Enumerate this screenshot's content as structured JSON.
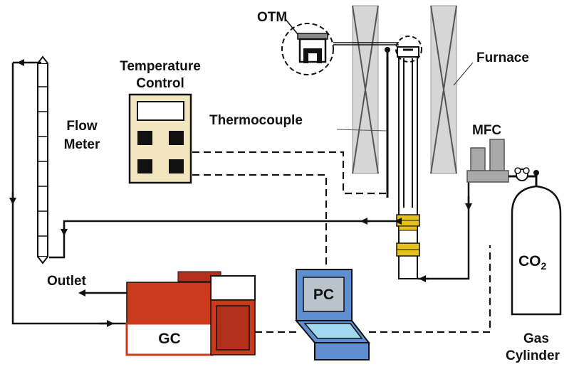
{
  "labels": {
    "otm": "OTM",
    "furnace": "Furnace",
    "temperature_control": [
      "Temperature",
      "Control"
    ],
    "thermocouple": "Thermocouple",
    "flow_meter": [
      "Flow",
      "Meter"
    ],
    "mfc": "MFC",
    "outlet": "Outlet",
    "pc": "PC",
    "gc": "GC",
    "co2_main": "CO",
    "co2_sub": "2",
    "gas_cylinder": [
      "Gas",
      "Cylinder"
    ]
  },
  "colors": {
    "gc_red": "#cc3a1e",
    "gc_red_dark": "#b2301a",
    "controller_fill": "#f1e6c0",
    "pc_blue": "#5f8fd0",
    "pc_screen": "#b9c3cc",
    "pc_blue_screen": "#9fd8ef",
    "fitting_gold": "#e4c21b",
    "furnace_gray": "#d6d6d6"
  }
}
